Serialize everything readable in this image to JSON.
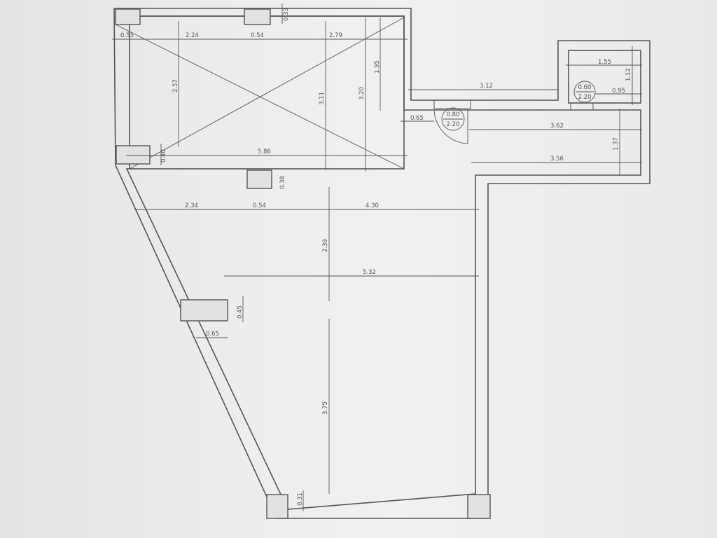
{
  "plan": {
    "dims": [
      "0.53",
      "2.24",
      "0.54",
      "2.79",
      "0.33",
      "1.95",
      "2.57",
      "3.11",
      "3.20",
      "0.40",
      "5.86",
      "0.38",
      "3.12",
      "0.65",
      "1.55",
      "1.12",
      "0.95",
      "3.62",
      "1.37",
      "3.56",
      "2.34",
      "0.54",
      "4.30",
      "2.39",
      "5.32",
      "0.45",
      "0.65",
      "3.75",
      "0.31"
    ],
    "doors": [
      {
        "width": "0.80",
        "height": "2.20"
      },
      {
        "width": "0.60",
        "height": "2.20"
      }
    ]
  }
}
